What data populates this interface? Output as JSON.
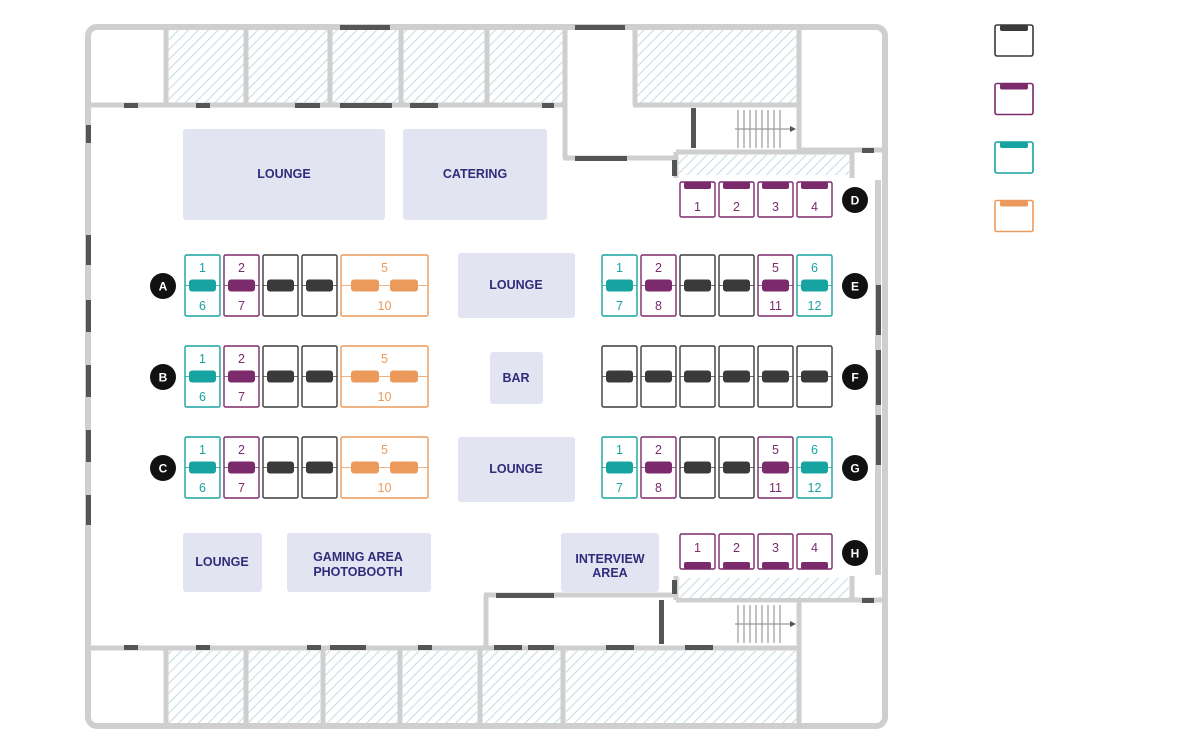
{
  "colors": {
    "wall": "#cfcfcf",
    "hatch": "#c9dde4",
    "room": "#e3e4f1",
    "room_text": "#2e2d7c",
    "dark": "#3a3a3a",
    "purple": "#7b2a6b",
    "teal": "#16a3a1",
    "orange": "#eb9a5b",
    "marker": "#111111",
    "marker_text": "#ffffff"
  },
  "rooms": [
    {
      "id": "lounge-top",
      "lines": [
        "LOUNGE"
      ]
    },
    {
      "id": "catering",
      "lines": [
        "CATERING"
      ]
    },
    {
      "id": "lounge-mid-top",
      "lines": [
        "LOUNGE"
      ]
    },
    {
      "id": "bar",
      "lines": [
        "BAR"
      ]
    },
    {
      "id": "lounge-mid-bottom",
      "lines": [
        "LOUNGE"
      ]
    },
    {
      "id": "lounge-bottom",
      "lines": [
        "LOUNGE"
      ]
    },
    {
      "id": "gaming",
      "lines": [
        "GAMING AREA",
        "PHOTOBOOTH"
      ]
    },
    {
      "id": "interview",
      "lines": [
        "INTERVIEW",
        "AREA"
      ]
    }
  ],
  "row_labels": [
    "A",
    "B",
    "C",
    "D",
    "E",
    "F",
    "G",
    "H"
  ],
  "rows": {
    "A": [
      {
        "type": "teal",
        "top": "1",
        "bottom": "6"
      },
      {
        "type": "purple",
        "top": "2",
        "bottom": "7"
      },
      {
        "type": "dark"
      },
      {
        "type": "dark"
      },
      {
        "type": "orange",
        "wide": true,
        "top": "5",
        "bottom": "10"
      }
    ],
    "B": [
      {
        "type": "teal",
        "top": "1",
        "bottom": "6"
      },
      {
        "type": "purple",
        "top": "2",
        "bottom": "7"
      },
      {
        "type": "dark"
      },
      {
        "type": "dark"
      },
      {
        "type": "orange",
        "wide": true,
        "top": "5",
        "bottom": "10"
      }
    ],
    "C": [
      {
        "type": "teal",
        "top": "1",
        "bottom": "6"
      },
      {
        "type": "purple",
        "top": "2",
        "bottom": "7"
      },
      {
        "type": "dark"
      },
      {
        "type": "dark"
      },
      {
        "type": "orange",
        "wide": true,
        "top": "5",
        "bottom": "10"
      }
    ],
    "D": [
      {
        "type": "purple",
        "bottom": "1"
      },
      {
        "type": "purple",
        "bottom": "2"
      },
      {
        "type": "purple",
        "bottom": "3"
      },
      {
        "type": "purple",
        "bottom": "4"
      }
    ],
    "E": [
      {
        "type": "teal",
        "top": "1",
        "bottom": "7"
      },
      {
        "type": "purple",
        "top": "2",
        "bottom": "8"
      },
      {
        "type": "dark"
      },
      {
        "type": "dark"
      },
      {
        "type": "purple",
        "top": "5",
        "bottom": "11"
      },
      {
        "type": "teal",
        "top": "6",
        "bottom": "12"
      }
    ],
    "F": [
      {
        "type": "dark"
      },
      {
        "type": "dark"
      },
      {
        "type": "dark"
      },
      {
        "type": "dark"
      },
      {
        "type": "dark"
      },
      {
        "type": "dark"
      }
    ],
    "G": [
      {
        "type": "teal",
        "top": "1",
        "bottom": "7"
      },
      {
        "type": "purple",
        "top": "2",
        "bottom": "8"
      },
      {
        "type": "dark"
      },
      {
        "type": "dark"
      },
      {
        "type": "purple",
        "top": "5",
        "bottom": "11"
      },
      {
        "type": "teal",
        "top": "6",
        "bottom": "12"
      }
    ],
    "H": [
      {
        "type": "purple",
        "top": "1"
      },
      {
        "type": "purple",
        "top": "2"
      },
      {
        "type": "purple",
        "top": "3"
      },
      {
        "type": "purple",
        "top": "4"
      }
    ]
  },
  "legend": [
    {
      "type": "dark"
    },
    {
      "type": "purple"
    },
    {
      "type": "teal"
    },
    {
      "type": "orange"
    }
  ]
}
